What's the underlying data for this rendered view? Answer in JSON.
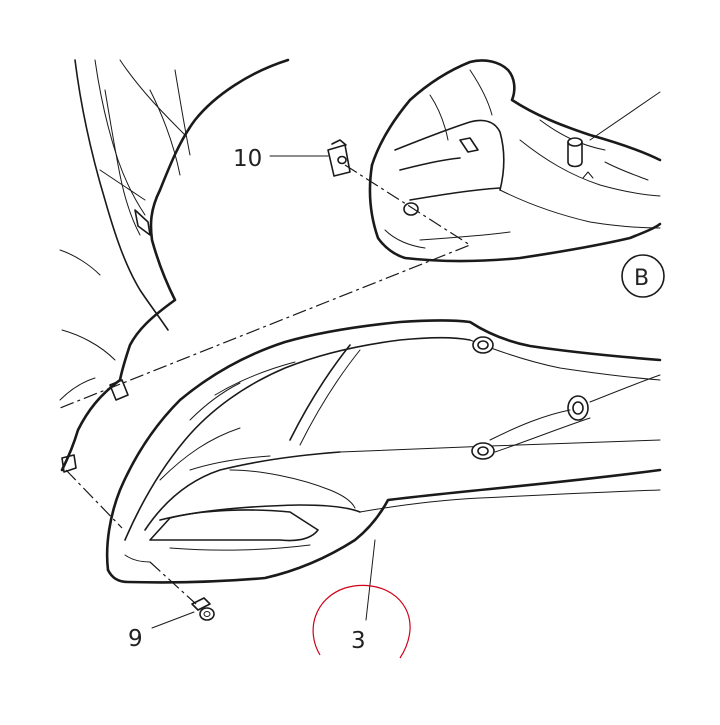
{
  "callouts": {
    "part_10": "10",
    "part_9": "9",
    "part_3": "3",
    "view_b": "B"
  },
  "colors": {
    "line": "#1a1a1a",
    "highlight_circle": "#d0021b",
    "background": "#ffffff"
  }
}
